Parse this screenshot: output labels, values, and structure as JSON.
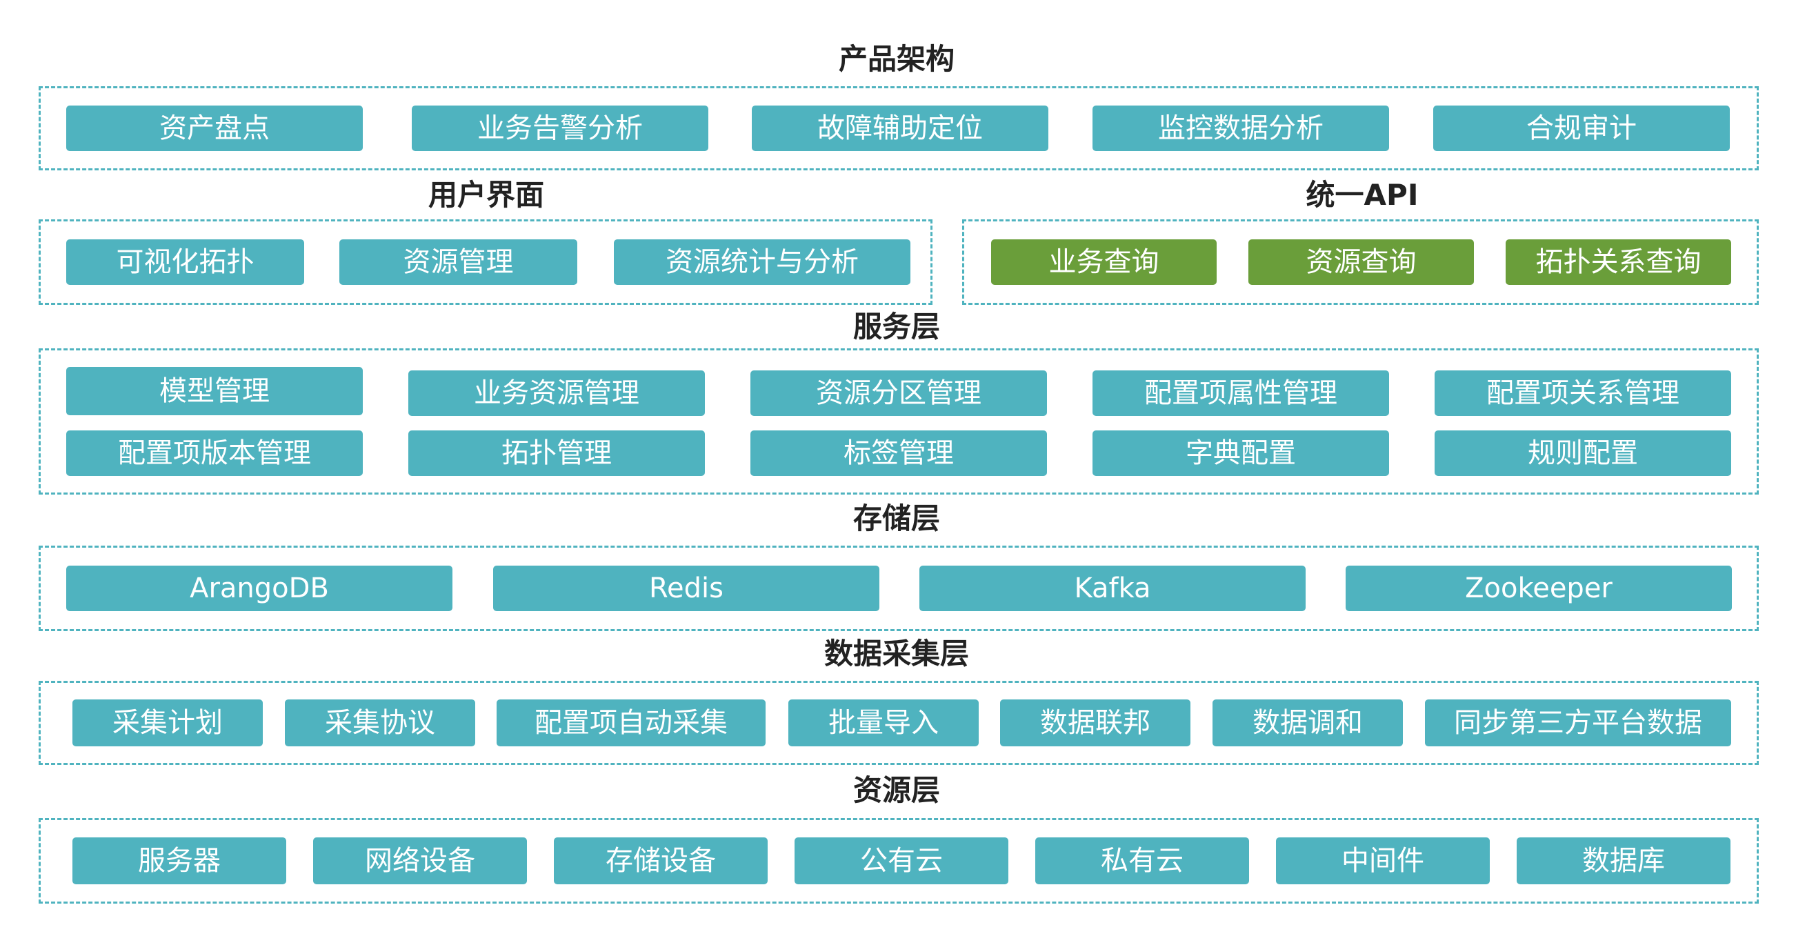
{
  "product": {
    "title": "产品架构",
    "items": [
      "资产盘点",
      "业务告警分析",
      "故障辅助定位",
      "监控数据分析",
      "合规审计"
    ]
  },
  "ui": {
    "title": "用户界面",
    "items": [
      "可视化拓扑",
      "资源管理",
      "资源统计与分析"
    ]
  },
  "api": {
    "title": "统一API",
    "items": [
      "业务查询",
      "资源查询",
      "拓扑关系查询"
    ]
  },
  "service": {
    "title": "服务层",
    "row1": [
      "模型管理",
      "业务资源管理",
      "资源分区管理",
      "配置项属性管理",
      "配置项关系管理"
    ],
    "row2": [
      "配置项版本管理",
      "拓扑管理",
      "标签管理",
      "字典配置",
      "规则配置"
    ]
  },
  "storage": {
    "title": "存储层",
    "items": [
      "ArangoDB",
      "Redis",
      "Kafka",
      "Zookeeper"
    ]
  },
  "collect": {
    "title": "数据采集层",
    "items": [
      "采集计划",
      "采集协议",
      "配置项自动采集",
      "批量导入",
      "数据联邦",
      "数据调和",
      "同步第三方平台数据"
    ]
  },
  "resource": {
    "title": "资源层",
    "items": [
      "服务器",
      "网络设备",
      "存储设备",
      "公有云",
      "私有云",
      "中间件",
      "数据库"
    ]
  },
  "colors": {
    "box": "#4fb3bf",
    "api_box": "#6a9e3a",
    "frame_border": "#4fb3bf"
  }
}
